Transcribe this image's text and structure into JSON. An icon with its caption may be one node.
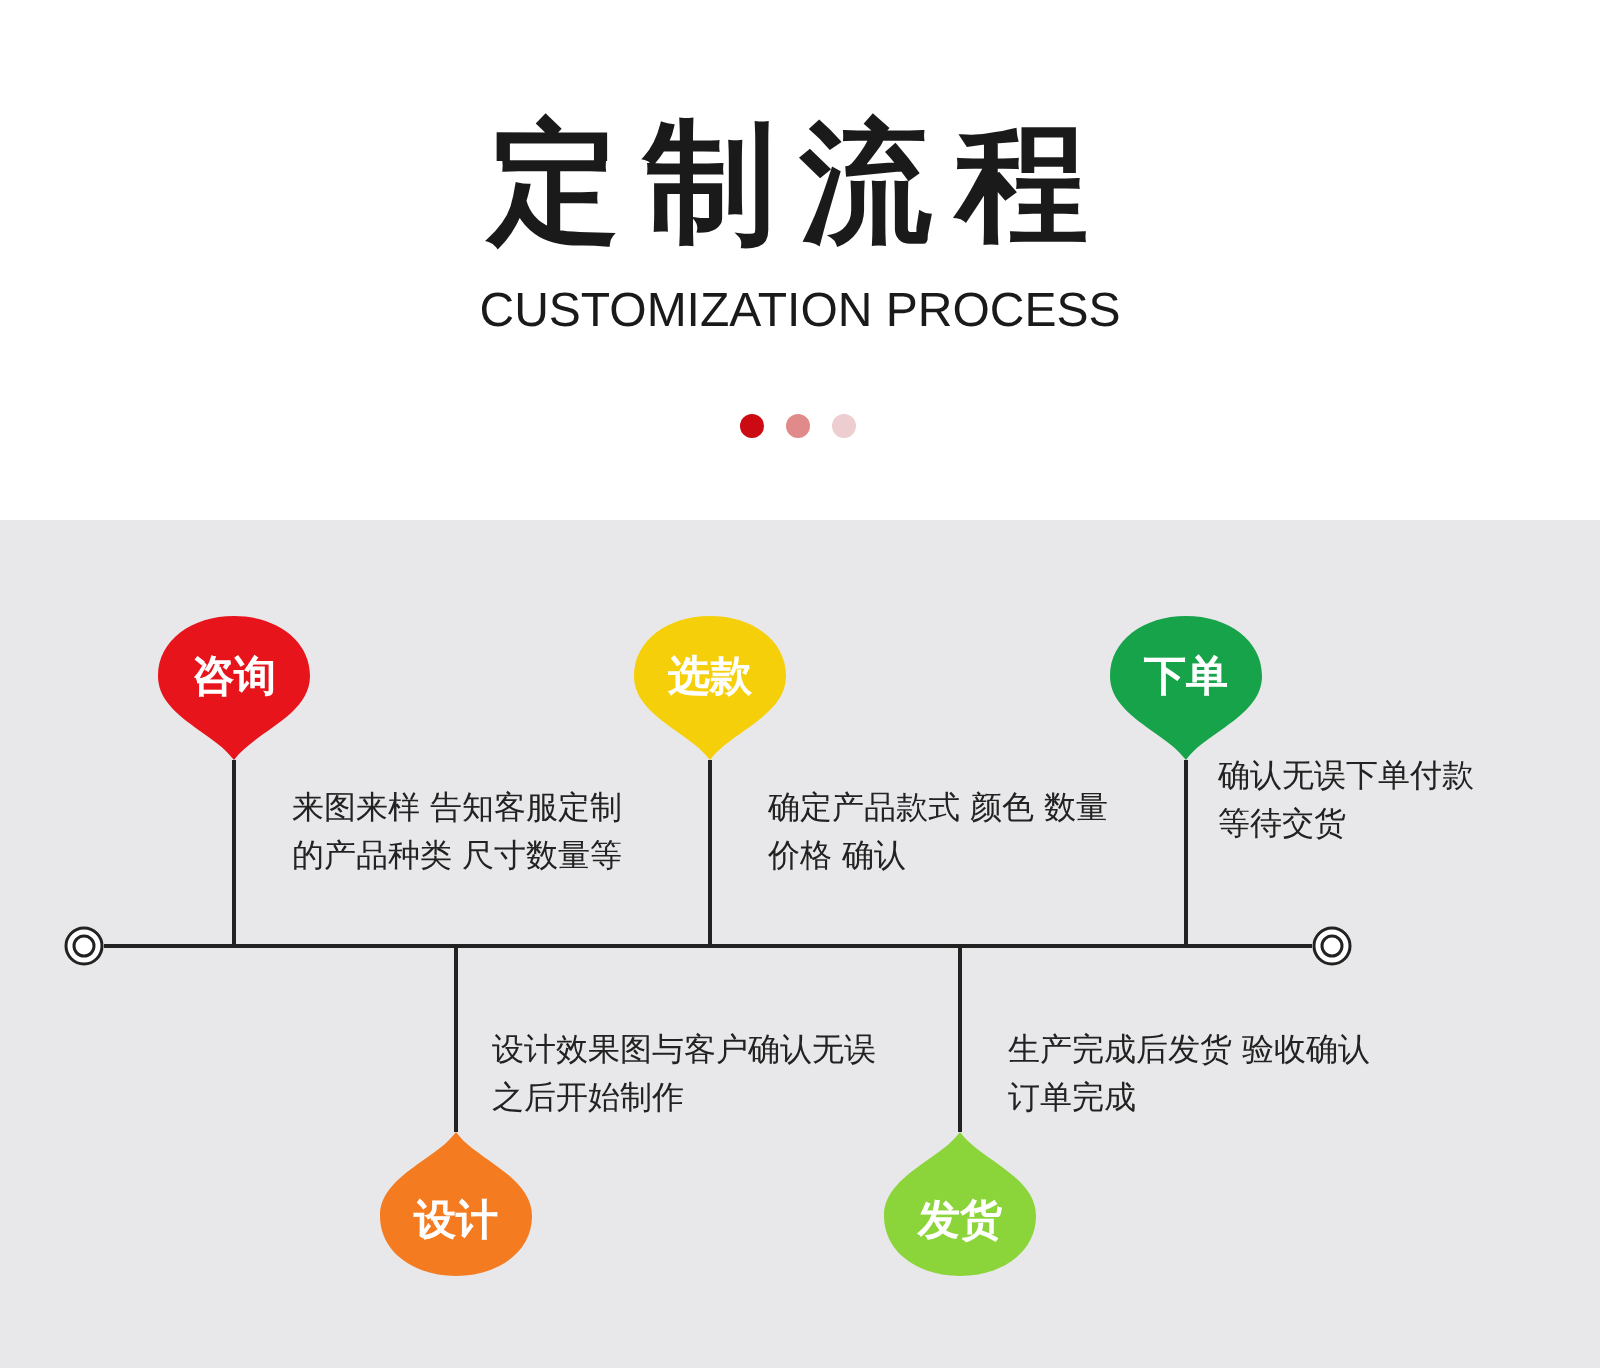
{
  "diagram": {
    "title": "定制流程",
    "nodes": [
      {
        "text": [
          "咨询"
        ],
        "beside": [
          "来图来样 告知客服定制的产品种类 尺寸数量等"
        ]
      },
      {
        "text": [
          "选款"
        ],
        "beside": [
          "确定产品款式 颜色 数量价格 确认"
        ]
      },
      {
        "text": [
          "下单"
        ],
        "beside": [
          "确认无误下单付款等待交货"
        ]
      },
      {
        "text": [],
        "shape": "circle"
      },
      {
        "text": [],
        "shape": "circle"
      },
      {
        "text": [
          "设计"
        ],
        "beside": [
          "设计效果图与客户确认无误之后开始制作"
        ]
      },
      {
        "text": [
          "发货"
        ],
        "beside": [
          "生产完成后发货 验收确认订单完成"
        ]
      }
    ],
    "edges": [
      {
        "from": 3,
        "to": 4,
        "arrow": "none"
      },
      {
        "from": 3,
        "to": 0,
        "arrow": "none"
      },
      {
        "from": 3,
        "to": 1,
        "arrow": "none"
      },
      {
        "from": 3,
        "to": 2,
        "arrow": "none"
      },
      {
        "from": 3,
        "to": 5,
        "arrow": "none"
      },
      {
        "from": 3,
        "to": 6,
        "arrow": "none"
      }
    ],
    "labels": [
      "CUSTOMIZATION PROCESS"
    ]
  }
}
